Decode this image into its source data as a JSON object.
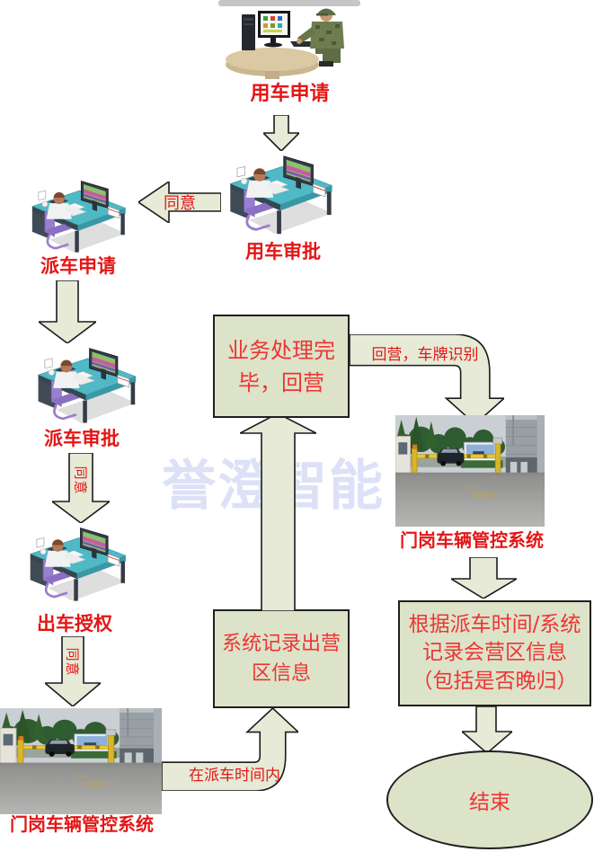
{
  "diagram": {
    "watermark": "誉澄智能",
    "nodes": {
      "apply": "用车申请",
      "approve_use": "用车审批",
      "dispatch_apply": "派车申请",
      "dispatch_approve": "派车审批",
      "depart_auth": "出车授权",
      "gate_left": "门岗车辆管控系统",
      "gate_right": "门岗车辆管控系统",
      "business_done": "业务处理完毕，回营",
      "record_exit": "系统记录出营区信息",
      "return_info": "根据派车时间/系统记录会营区信息（包括是否晚归）",
      "end": "结束"
    },
    "edges": {
      "agree_h": "同意",
      "agree_v1": "同意",
      "agree_v2": "同意",
      "within_dispatch_time": "在派车时间内",
      "return_plate_recog": "回营，车牌识别"
    },
    "colors": {
      "shape_fill": "#dce3c8",
      "arrow_fill": "#e6ead6",
      "outline": "#1f1f1f",
      "label_red": "#e41616",
      "box_text_red": "#ee3434",
      "watermark_blue": "#dde1f7"
    }
  }
}
